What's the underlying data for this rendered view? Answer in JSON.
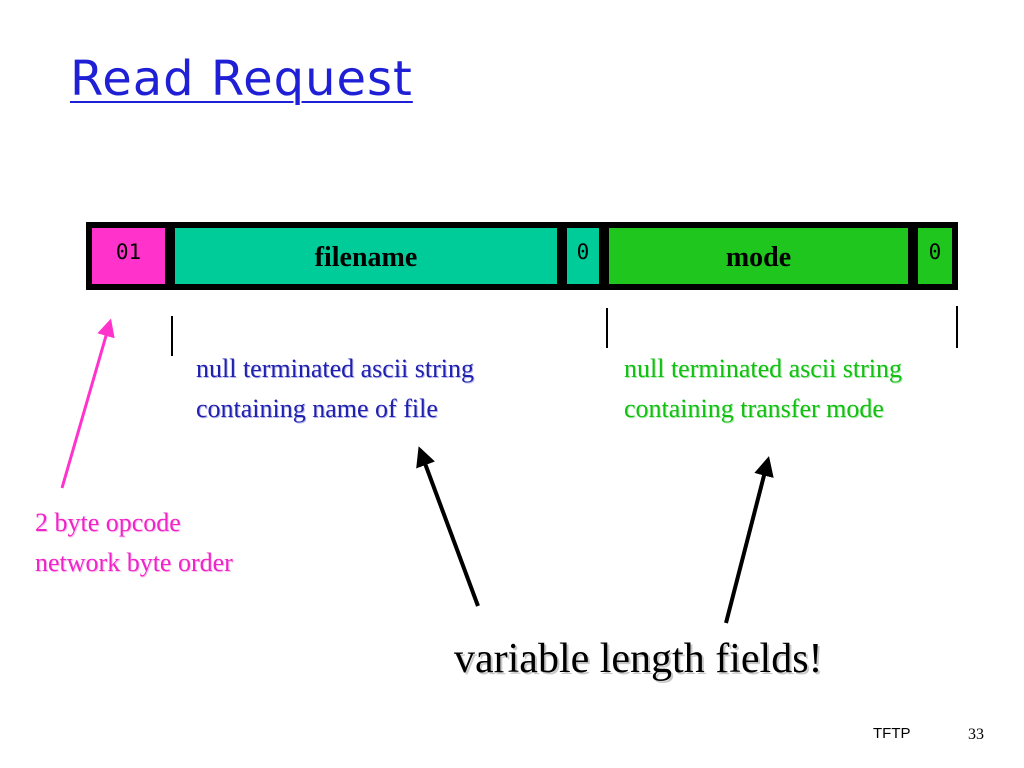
{
  "slide": {
    "title": "Read Request",
    "footer_label": "TFTP",
    "page_number": "33"
  },
  "packet": {
    "fields": [
      {
        "label": "01",
        "color": "#ff33cc"
      },
      {
        "label": "filename",
        "color": "#00cc99"
      },
      {
        "label": "0",
        "color": "#00cc99"
      },
      {
        "label": "mode",
        "color": "#1ec61e"
      },
      {
        "label": "0",
        "color": "#1ec61e"
      }
    ]
  },
  "annotations": {
    "filename_desc": {
      "line1": "null terminated ascii string",
      "line2": "containing name of file",
      "color": "#1f1fb0"
    },
    "mode_desc": {
      "line1": "null terminated ascii string",
      "line2": "containing transfer mode",
      "color": "#12c012"
    },
    "opcode_desc": {
      "line1": "2 byte opcode",
      "line2": "network byte order",
      "color": "#f024c8"
    },
    "callout": "variable length fields!"
  },
  "colors": {
    "title": "#1f1fd6",
    "opcode_arrow": "#ff33cc",
    "arrow": "#000000"
  }
}
